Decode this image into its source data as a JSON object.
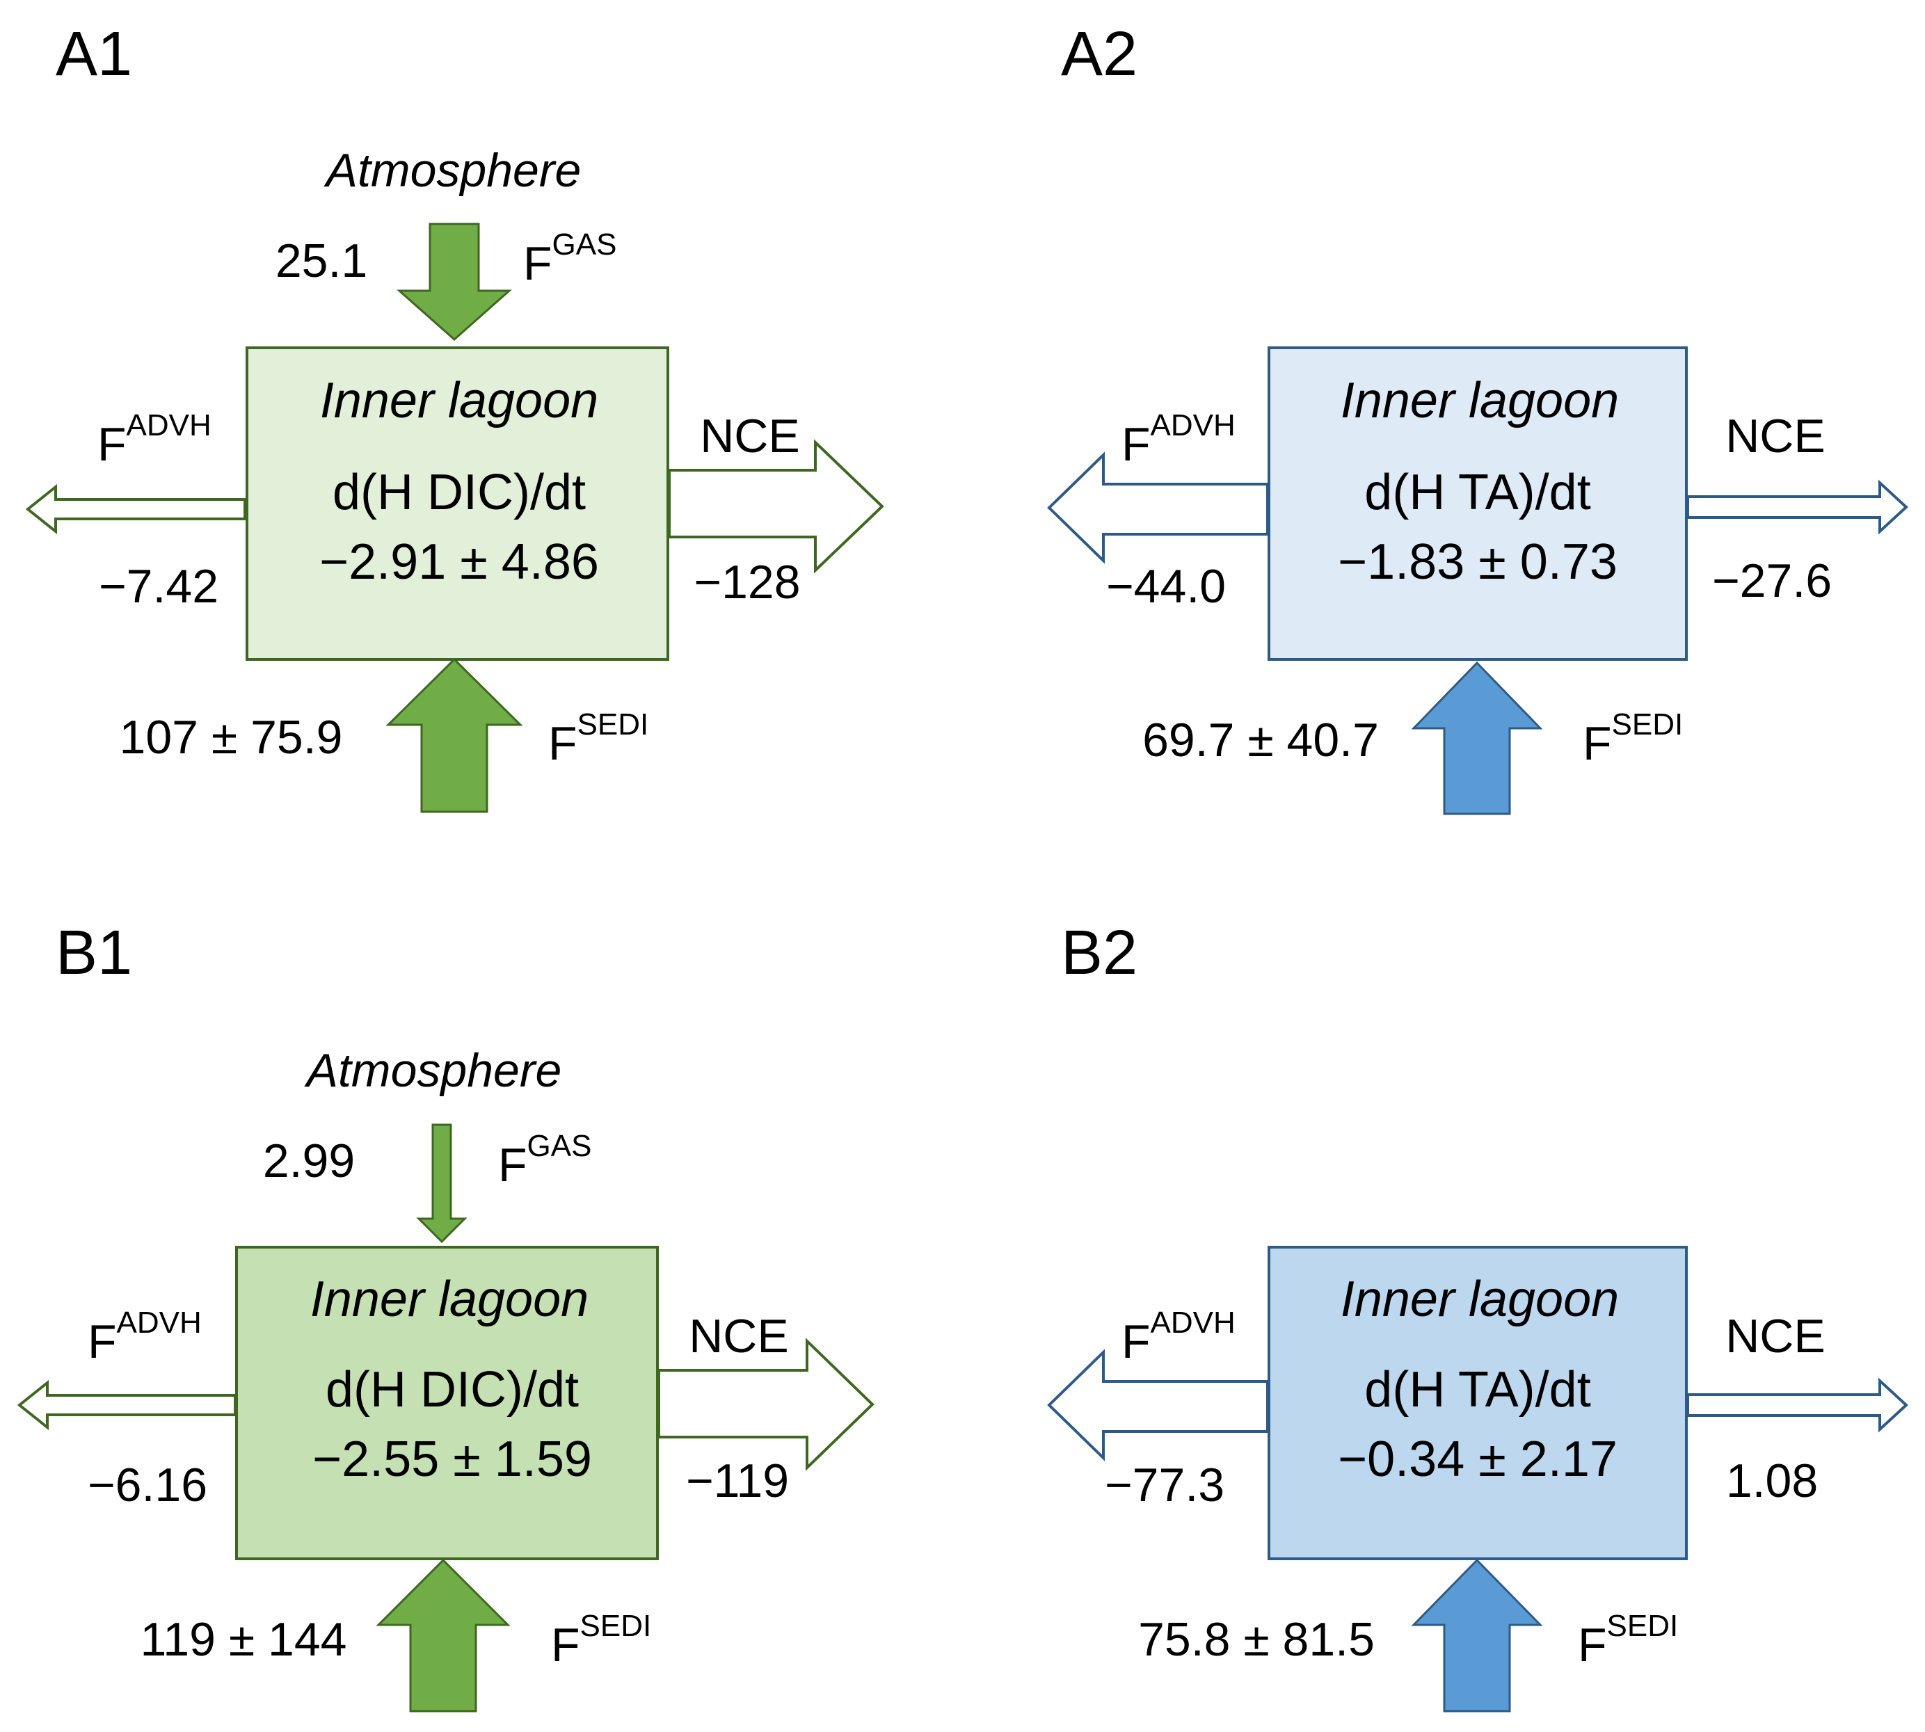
{
  "colors": {
    "dic_stroke": "#3f6722",
    "dic_fill_arrow": "#70ad47",
    "dic_box_1": "#e2efd9",
    "dic_box_2": "#c5e0b3",
    "ta_stroke": "#2e5a87",
    "ta_fill_arrow": "#5b9bd5",
    "ta_box_1": "#deebf7",
    "ta_box_2": "#bdd7ee"
  },
  "labels": {
    "atmosphere": "Atmosphere",
    "inner_lagoon": "Inner lagoon",
    "f": "F",
    "gas": "GAS",
    "advh": "ADVH",
    "sedi": "SEDI",
    "nce": "NCE"
  },
  "panels": [
    {
      "id": "A1",
      "label": "A1",
      "kind": "dic",
      "has_gas": true,
      "equation": "d(H DIC)/dt",
      "rate": "−2.91 ± 4.86",
      "gas_value": "25.1",
      "advh_value": "−7.42",
      "nce_value": "−128",
      "sedi_value": "107 ± 75.9"
    },
    {
      "id": "A2",
      "label": "A2",
      "kind": "ta",
      "has_gas": false,
      "equation": "d(H TA)/dt",
      "rate": "−1.83 ± 0.73",
      "advh_value": "−44.0",
      "nce_value": "−27.6",
      "sedi_value": "69.7 ± 40.7"
    },
    {
      "id": "B1",
      "label": "B1",
      "kind": "dic",
      "has_gas": true,
      "equation": "d(H DIC)/dt",
      "rate": "−2.55 ± 1.59",
      "gas_value": "2.99",
      "advh_value": "−6.16",
      "nce_value": "−119",
      "sedi_value": "119 ± 144"
    },
    {
      "id": "B2",
      "label": "B2",
      "kind": "ta",
      "has_gas": false,
      "equation": "d(H TA)/dt",
      "rate": "−0.34 ± 2.17",
      "advh_value": "−77.3",
      "nce_value": "1.08",
      "sedi_value": "75.8 ± 81.5"
    }
  ]
}
